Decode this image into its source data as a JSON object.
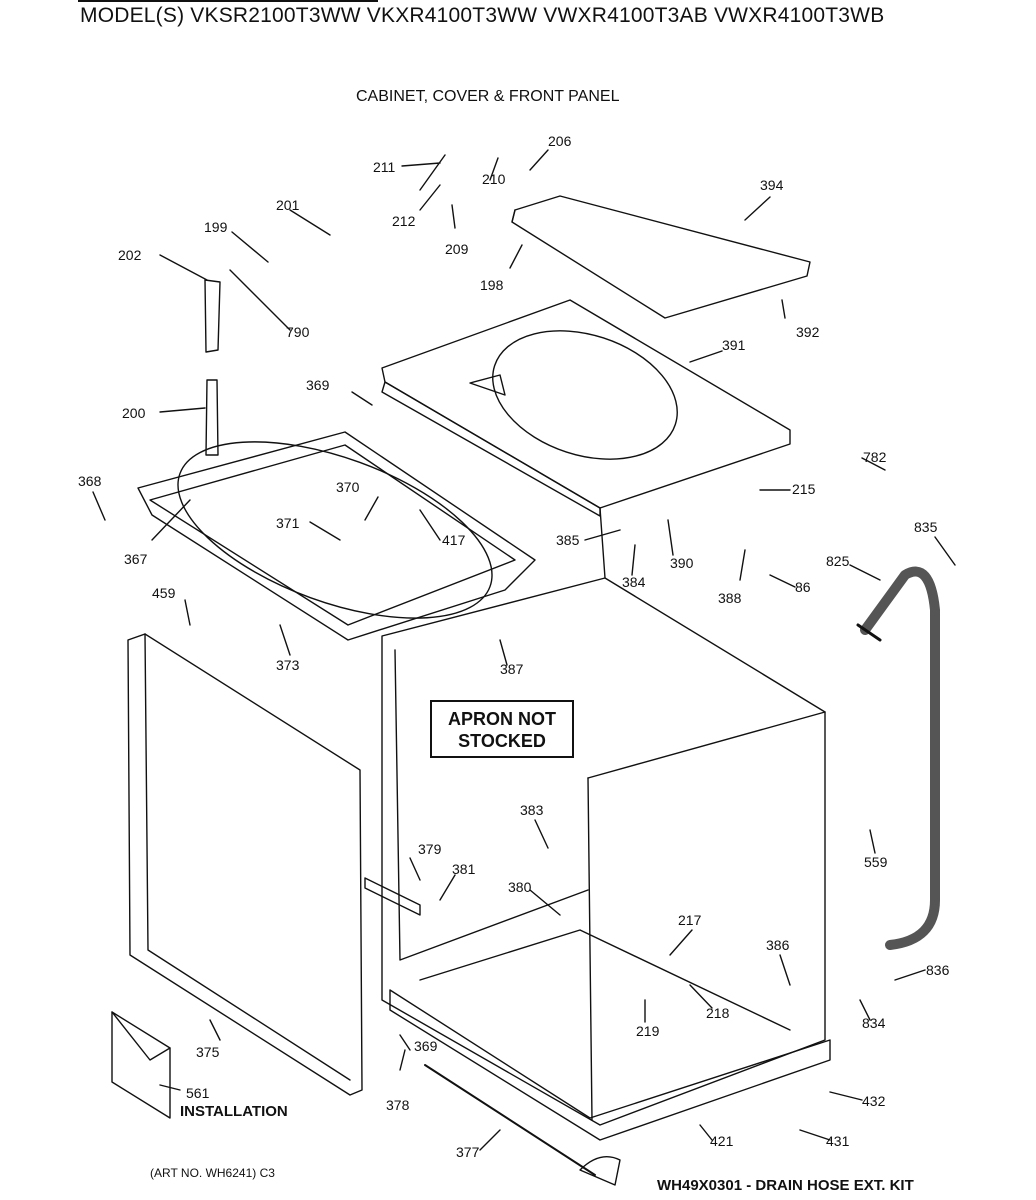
{
  "header": {
    "models": "MODEL(S) VKSR2100T3WW  VKXR4100T3WW  VWXR4100T3AB  VWXR4100T3WB",
    "title": "CABINET, COVER & FRONT PANEL"
  },
  "callouts": {
    "apron": [
      "APRON NOT",
      "STOCKED"
    ],
    "installation": "INSTALLATION"
  },
  "footer": {
    "art_no": "(ART NO. WH6241) C3",
    "kit": "WH49X0301 - DRAIN HOSE EXT. KIT"
  },
  "parts": [
    {
      "id": "p211",
      "label": "211"
    },
    {
      "id": "p210",
      "label": "210"
    },
    {
      "id": "p206",
      "label": "206"
    },
    {
      "id": "p212",
      "label": "212"
    },
    {
      "id": "p209",
      "label": "209"
    },
    {
      "id": "p198",
      "label": "198"
    },
    {
      "id": "p201",
      "label": "201"
    },
    {
      "id": "p199",
      "label": "199"
    },
    {
      "id": "p202",
      "label": "202"
    },
    {
      "id": "p790",
      "label": "790"
    },
    {
      "id": "p200",
      "label": "200"
    },
    {
      "id": "p369a",
      "label": "369"
    },
    {
      "id": "p394",
      "label": "394"
    },
    {
      "id": "p392",
      "label": "392"
    },
    {
      "id": "p391",
      "label": "391"
    },
    {
      "id": "p368",
      "label": "368"
    },
    {
      "id": "p370",
      "label": "370"
    },
    {
      "id": "p371",
      "label": "371"
    },
    {
      "id": "p417",
      "label": "417"
    },
    {
      "id": "p367",
      "label": "367"
    },
    {
      "id": "p459",
      "label": "459"
    },
    {
      "id": "p373",
      "label": "373"
    },
    {
      "id": "p385",
      "label": "385"
    },
    {
      "id": "p384",
      "label": "384"
    },
    {
      "id": "p390",
      "label": "390"
    },
    {
      "id": "p215",
      "label": "215"
    },
    {
      "id": "p782",
      "label": "782"
    },
    {
      "id": "p388",
      "label": "388"
    },
    {
      "id": "p86",
      "label": "86"
    },
    {
      "id": "p835",
      "label": "835"
    },
    {
      "id": "p825",
      "label": "825"
    },
    {
      "id": "p387",
      "label": "387"
    },
    {
      "id": "p383",
      "label": "383"
    },
    {
      "id": "p379",
      "label": "379"
    },
    {
      "id": "p381",
      "label": "381"
    },
    {
      "id": "p380",
      "label": "380"
    },
    {
      "id": "p559",
      "label": "559"
    },
    {
      "id": "p217",
      "label": "217"
    },
    {
      "id": "p386",
      "label": "386"
    },
    {
      "id": "p218",
      "label": "218"
    },
    {
      "id": "p219",
      "label": "219"
    },
    {
      "id": "p836",
      "label": "836"
    },
    {
      "id": "p834",
      "label": "834"
    },
    {
      "id": "p375",
      "label": "375"
    },
    {
      "id": "p369b",
      "label": "369"
    },
    {
      "id": "p378",
      "label": "378"
    },
    {
      "id": "p561",
      "label": "561"
    },
    {
      "id": "p432",
      "label": "432"
    },
    {
      "id": "p421",
      "label": "421"
    },
    {
      "id": "p431",
      "label": "431"
    },
    {
      "id": "p377",
      "label": "377"
    }
  ]
}
